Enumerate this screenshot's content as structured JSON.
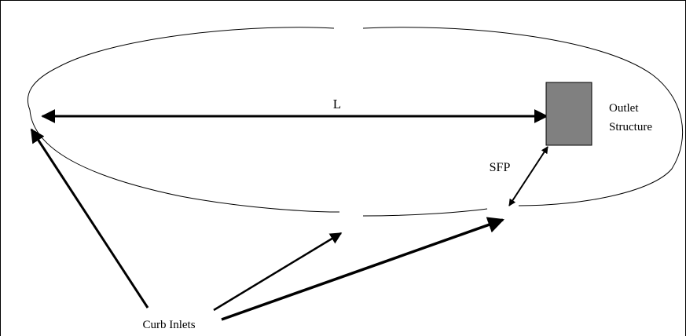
{
  "labels": {
    "length": "L",
    "outlet_line1": "Outlet",
    "outlet_line2": "Structure",
    "sfp": "SFP",
    "inlets": "Curb Inlets"
  },
  "colors": {
    "line": "#000000",
    "outlet_fill": "#808080",
    "background": "#ffffff"
  }
}
